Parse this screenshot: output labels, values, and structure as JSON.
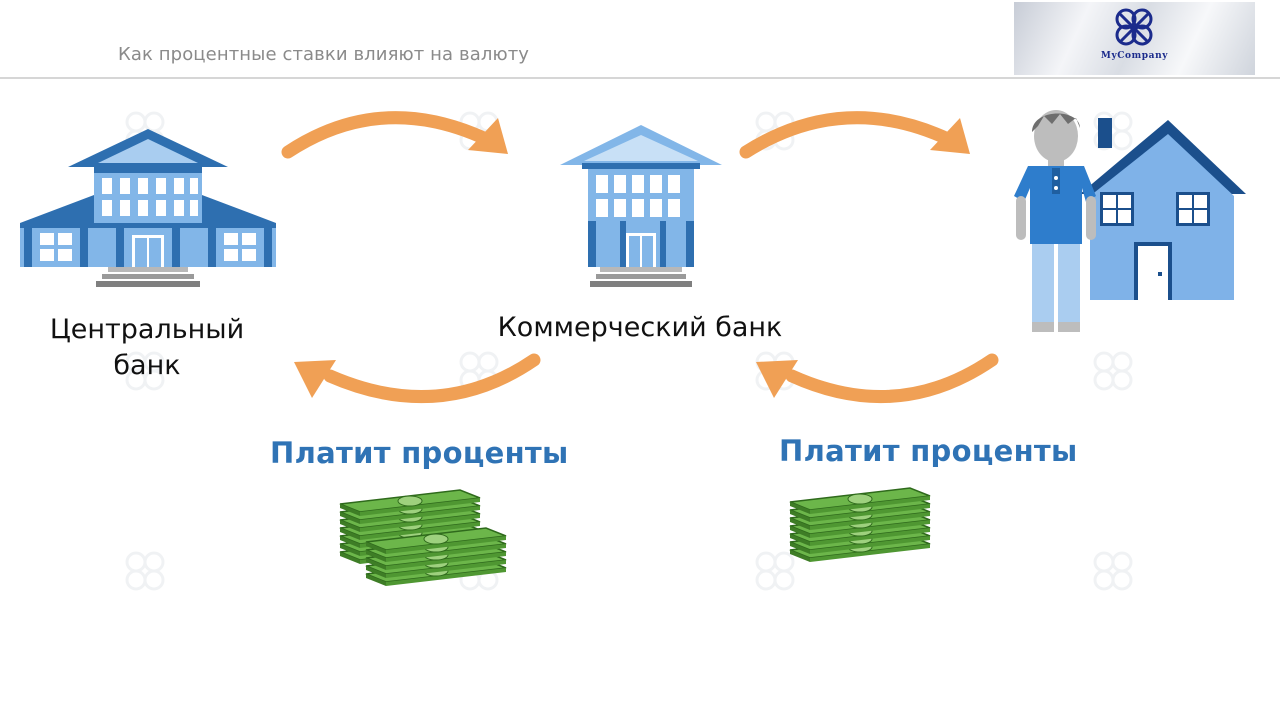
{
  "header": {
    "title": "Как процентные ставки влияют на валюту"
  },
  "logo": {
    "text": "MyCompany",
    "icon": "clover-logo-icon"
  },
  "nodes": {
    "central_bank": {
      "label": "Центральный банк",
      "icon": "bank-building-icon"
    },
    "commercial_bank": {
      "label": "Коммерческий банк",
      "icon": "bank-building-icon"
    },
    "borrower": {
      "icon": "person-with-house-icon"
    }
  },
  "flows": [
    {
      "from": "central_bank",
      "to": "commercial_bank",
      "icon": "arrow-right-icon"
    },
    {
      "from": "commercial_bank",
      "to": "borrower",
      "icon": "arrow-right-icon"
    },
    {
      "from": "commercial_bank",
      "to": "central_bank",
      "icon": "arrow-left-icon",
      "label": "Платит проценты",
      "money_icon": "cash-stack-icon"
    },
    {
      "from": "borrower",
      "to": "commercial_bank",
      "icon": "arrow-left-icon",
      "label": "Платит проценты",
      "money_icon": "cash-stack-icon"
    }
  ],
  "colors": {
    "arrow": "#f0a055",
    "building": "#82b6e8",
    "building_dark": "#2e6fb0",
    "pays_text": "#2f73b5",
    "money": "#56a23a"
  }
}
